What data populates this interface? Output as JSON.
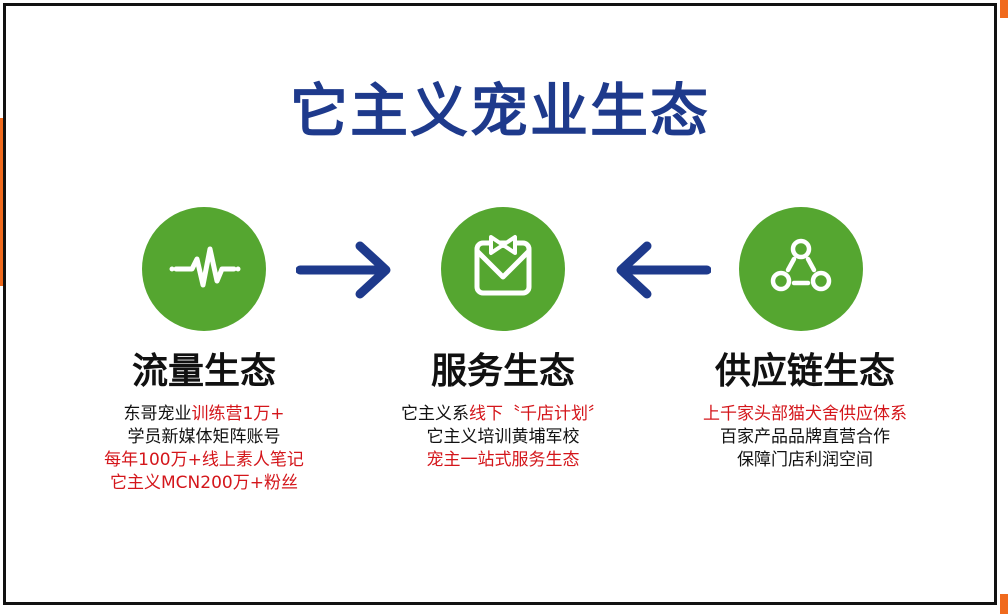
{
  "title": "它主义宠业生态",
  "colors": {
    "title": "#1e3a8c",
    "circle": "#55a630",
    "arrow": "#1e3a8c",
    "red_text": "#d4161b",
    "orange_accent": "#f06a1d"
  },
  "columns": [
    {
      "icon": "pulse-icon",
      "heading": "流量生态",
      "lines": [
        {
          "parts": [
            {
              "text": "东哥宠业",
              "red": false
            },
            {
              "text": "训练营1万+",
              "red": true
            }
          ]
        },
        {
          "parts": [
            {
              "text": "学员新媒体矩阵账号",
              "red": false
            }
          ]
        },
        {
          "parts": [
            {
              "text": "每年100万+线上素人笔记",
              "red": true
            }
          ]
        },
        {
          "parts": [
            {
              "text": "它主义MCN200万+粉丝",
              "red": true
            }
          ]
        }
      ]
    },
    {
      "icon": "tuxedo-icon",
      "heading": "服务生态",
      "lines": [
        {
          "parts": [
            {
              "text": "它主义系",
              "red": false
            },
            {
              "text": "线下〝千店计划〞",
              "red": true
            }
          ]
        },
        {
          "parts": [
            {
              "text": "它主义培训黄埔军校",
              "red": false
            }
          ]
        },
        {
          "parts": [
            {
              "text": "宠主一站式服务生态",
              "red": true
            }
          ]
        }
      ]
    },
    {
      "icon": "network-icon",
      "heading": "供应链生态",
      "lines": [
        {
          "parts": [
            {
              "text": "上千家头部猫犬舍供应体系",
              "red": true
            }
          ]
        },
        {
          "parts": [
            {
              "text": "百家产品品牌直营合作",
              "red": false
            }
          ]
        },
        {
          "parts": [
            {
              "text": "保障门店利润空间",
              "red": false
            }
          ]
        }
      ]
    }
  ]
}
